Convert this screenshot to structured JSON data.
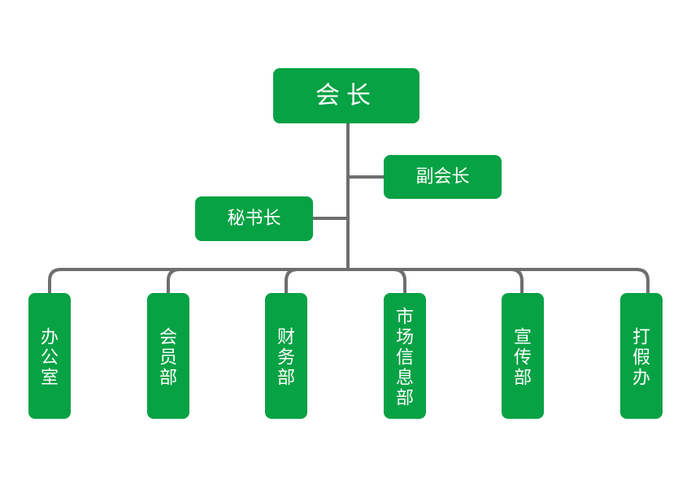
{
  "colors": {
    "node_fill": "#06a244",
    "node_text": "#ffffff",
    "connector": "#6e6e6e",
    "background": "#ffffff"
  },
  "chart": {
    "root": {
      "label": "会长"
    },
    "vice_president": {
      "label": "副会长"
    },
    "secretary_general": {
      "label": "秘书长"
    },
    "departments": [
      {
        "label": "办公室"
      },
      {
        "label": "会员部"
      },
      {
        "label": "财务部"
      },
      {
        "label": "市场信息部"
      },
      {
        "label": "宣传部"
      },
      {
        "label": "打假办"
      }
    ]
  }
}
